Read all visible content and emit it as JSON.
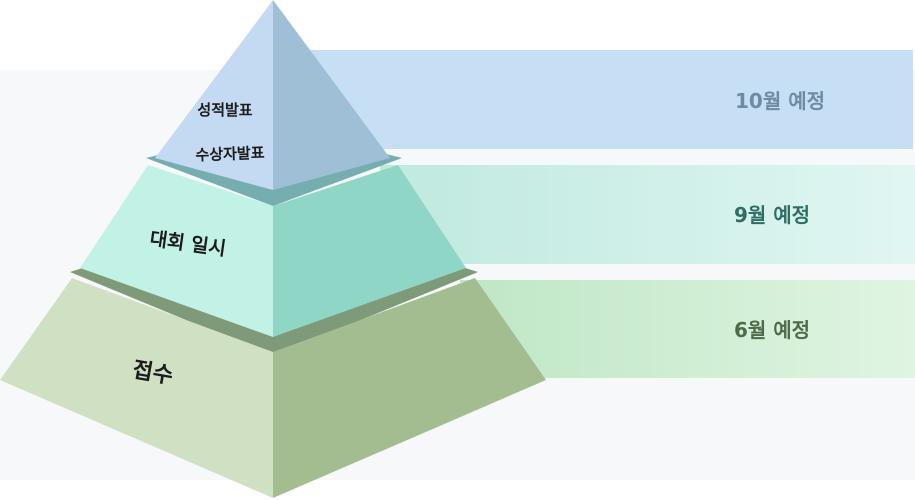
{
  "tiers": [
    {
      "id": "top",
      "label_lines": [
        "성적발표",
        "수상자발표"
      ],
      "schedule": "10월 예정"
    },
    {
      "id": "middle",
      "label_lines": [
        "대회 일시"
      ],
      "schedule": "9월 예정"
    },
    {
      "id": "bottom",
      "label_lines": [
        "접수"
      ],
      "schedule": "6월 예정"
    }
  ],
  "colors": {
    "backdrop": "#f7f8f9",
    "top_left": "#c3daf2",
    "top_right": "#9fbfd6",
    "top_band": "#c7dff4",
    "top_text": "#6f8aa3",
    "mid_left": "#c2f1e6",
    "mid_right": "#8fd6c6",
    "mid_band": "#d3f2ec",
    "mid_text": "#2f6e64",
    "mid_shadow": "#76aeb0",
    "bot_left": "#cfe0c3",
    "bot_right": "#a3bd91",
    "bot_band": "#d2efd5",
    "bot_text": "#4f6a4b",
    "bot_shadow": "#7f9a79"
  }
}
